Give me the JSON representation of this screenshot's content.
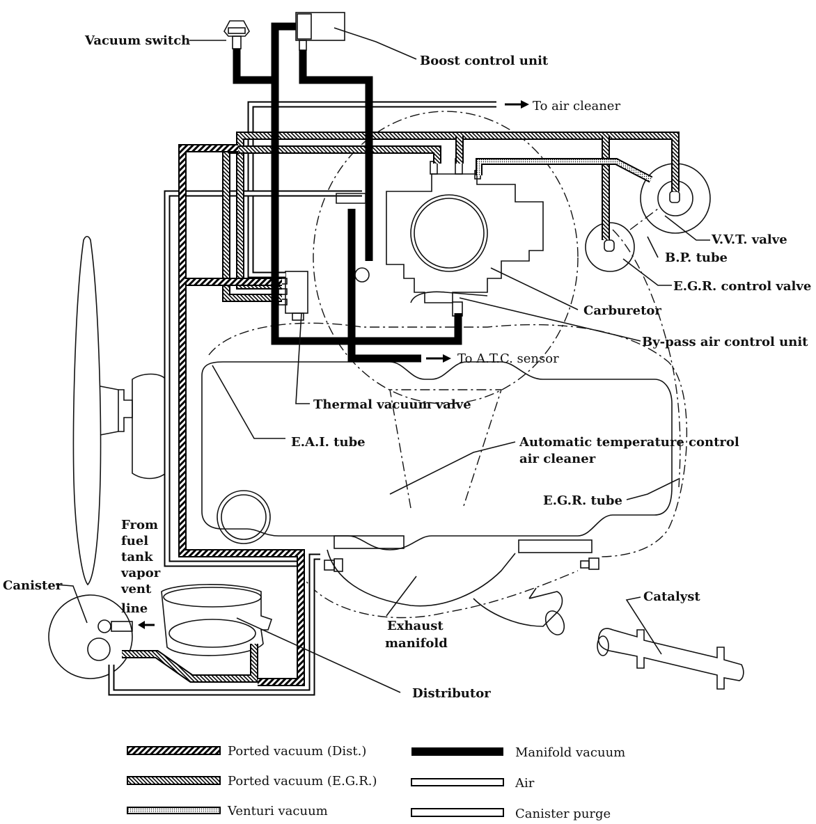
{
  "labels": {
    "vacuum_switch": "Vacuum switch",
    "boost_control_unit": "Boost control unit",
    "to_air_cleaner": "To air cleaner",
    "vvt_valve": "V.V.T. valve",
    "bp_tube": "B.P. tube",
    "egr_control_valve": "E.G.R. control valve",
    "carburetor": "Carburetor",
    "bypass_air_control_unit": "By-pass air control unit",
    "to_atc_sensor": "To A.T.C. sensor",
    "thermal_vacuum_valve": "Thermal vacuum valve",
    "eai_tube": "E.A.I. tube",
    "atc_air_cleaner_line1": "Automatic temperature control",
    "atc_air_cleaner_line2": "air cleaner",
    "egr_tube": "E.G.R. tube",
    "from_fuel_line1": "From",
    "from_fuel_line2": "fuel",
    "from_fuel_line3": "tank",
    "from_fuel_line4": "vapor",
    "from_fuel_line5": "vent",
    "from_fuel_line6": "line",
    "canister": "Canister",
    "catalyst": "Catalyst",
    "exhaust_line1": "Exhaust",
    "exhaust_line2": "manifold",
    "distributor": "Distributor"
  },
  "legend": [
    {
      "label": "Ported vacuum (Dist.)",
      "style": "hatch"
    },
    {
      "label": "Ported vacuum (E.G.R.)",
      "style": "hatch-fine"
    },
    {
      "label": "Venturi vacuum",
      "style": "dots"
    },
    {
      "label": "Manifold vacuum",
      "style": "solid"
    },
    {
      "label": "Air",
      "style": "hollow"
    },
    {
      "label": "Canister purge",
      "style": "hollow"
    }
  ]
}
